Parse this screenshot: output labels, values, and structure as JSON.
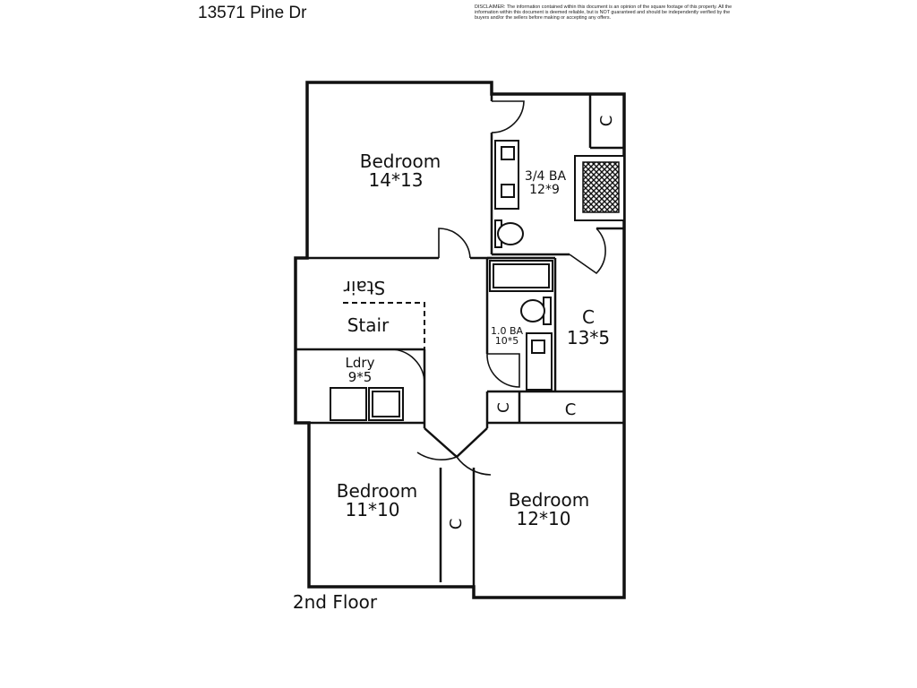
{
  "header": {
    "address": "13571 Pine Dr",
    "disclaimer": "DISCLAIMER: The information contained within this document is an opinion of the square footage of this property. All the information within this document is deemed reliable, but is NOT guaranteed and should be independently verified by the buyers and/or the sellers before making or accepting any offers."
  },
  "floor": {
    "label": "2nd Floor"
  },
  "rooms": {
    "bedroom_main": {
      "name": "Bedroom",
      "dims": "14*13"
    },
    "bath_34": {
      "name": "3/4 BA",
      "dims": "12*9"
    },
    "closet_top_right": {
      "name": "C"
    },
    "stair_upper": {
      "name": "Stair"
    },
    "stair_lower": {
      "name": "Stair"
    },
    "bath_10": {
      "name": "1.0 BA",
      "dims": "10*5"
    },
    "closet_large": {
      "name": "C",
      "dims": "13*5"
    },
    "laundry": {
      "name": "Ldry",
      "dims": "9*5"
    },
    "closet_small": {
      "name": "C"
    },
    "closet_hall": {
      "name": "C"
    },
    "bedroom_left": {
      "name": "Bedroom",
      "dims": "11*10"
    },
    "bedroom_right": {
      "name": "Bedroom",
      "dims": "12*10"
    },
    "closet_between": {
      "name": "C"
    }
  }
}
